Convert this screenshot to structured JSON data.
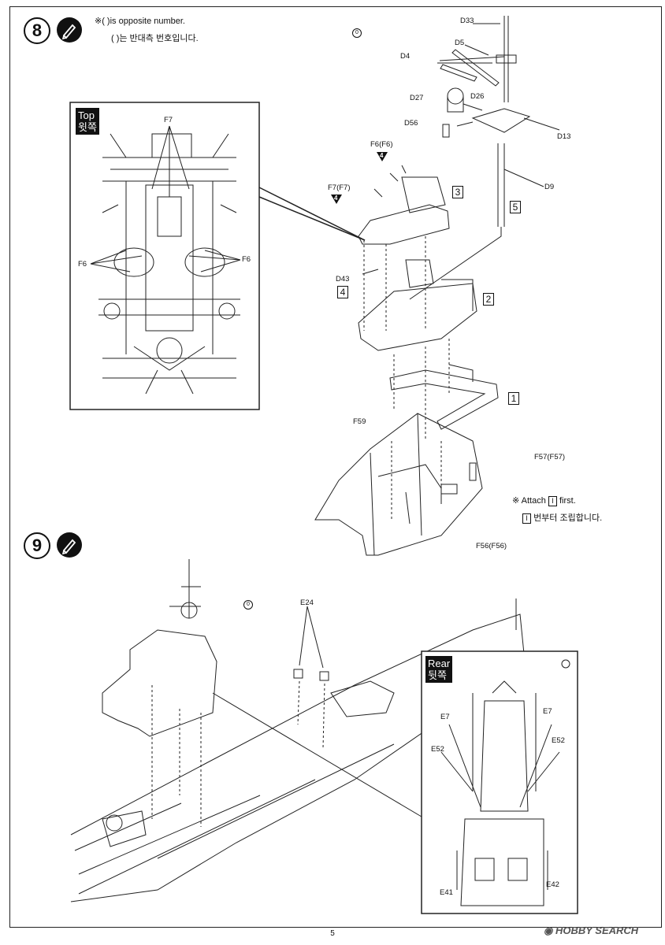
{
  "steps": [
    {
      "number": "8",
      "icon": "glue-pen-icon"
    },
    {
      "number": "9",
      "icon": "glue-pen-icon"
    }
  ],
  "notes": {
    "opposite_en": "※( )is opposite number.",
    "opposite_ko": "( )는 반대측 번호입니다.",
    "attach_en": "※ Attach",
    "attach_mid": "I",
    "attach_end": "first.",
    "attach_ko_box": "I",
    "attach_ko": "번부터 조립합니다."
  },
  "insets": {
    "top": {
      "en": "Top",
      "ko": "윗쪽"
    },
    "rear": {
      "en": "Rear",
      "ko": "뒷쪽"
    }
  },
  "part_labels": {
    "D33": "D33",
    "D5": "D5",
    "D4": "D4",
    "D27": "D27",
    "D26": "D26",
    "D56": "D56",
    "D13": "D13",
    "D9": "D9",
    "D43": "D43",
    "F6F6": "F6(F6)",
    "F7F7": "F7(F7)",
    "F59": "F59",
    "F57F57": "F57(F57)",
    "F56F56": "F56(F56)",
    "F7": "F7",
    "F6a": "F6",
    "F6b": "F6",
    "E24": "E24",
    "E7a": "E7",
    "E7b": "E7",
    "E52a": "E52",
    "E52b": "E52",
    "E41": "E41",
    "E42": "E42"
  },
  "sub_assemblies": [
    "1",
    "2",
    "3",
    "4",
    "5"
  ],
  "qty_markers": [
    "4",
    "4"
  ],
  "reference_marks": [
    "0",
    "0",
    "0"
  ],
  "page_number": "5",
  "watermark": "HOBBY SEARCH"
}
